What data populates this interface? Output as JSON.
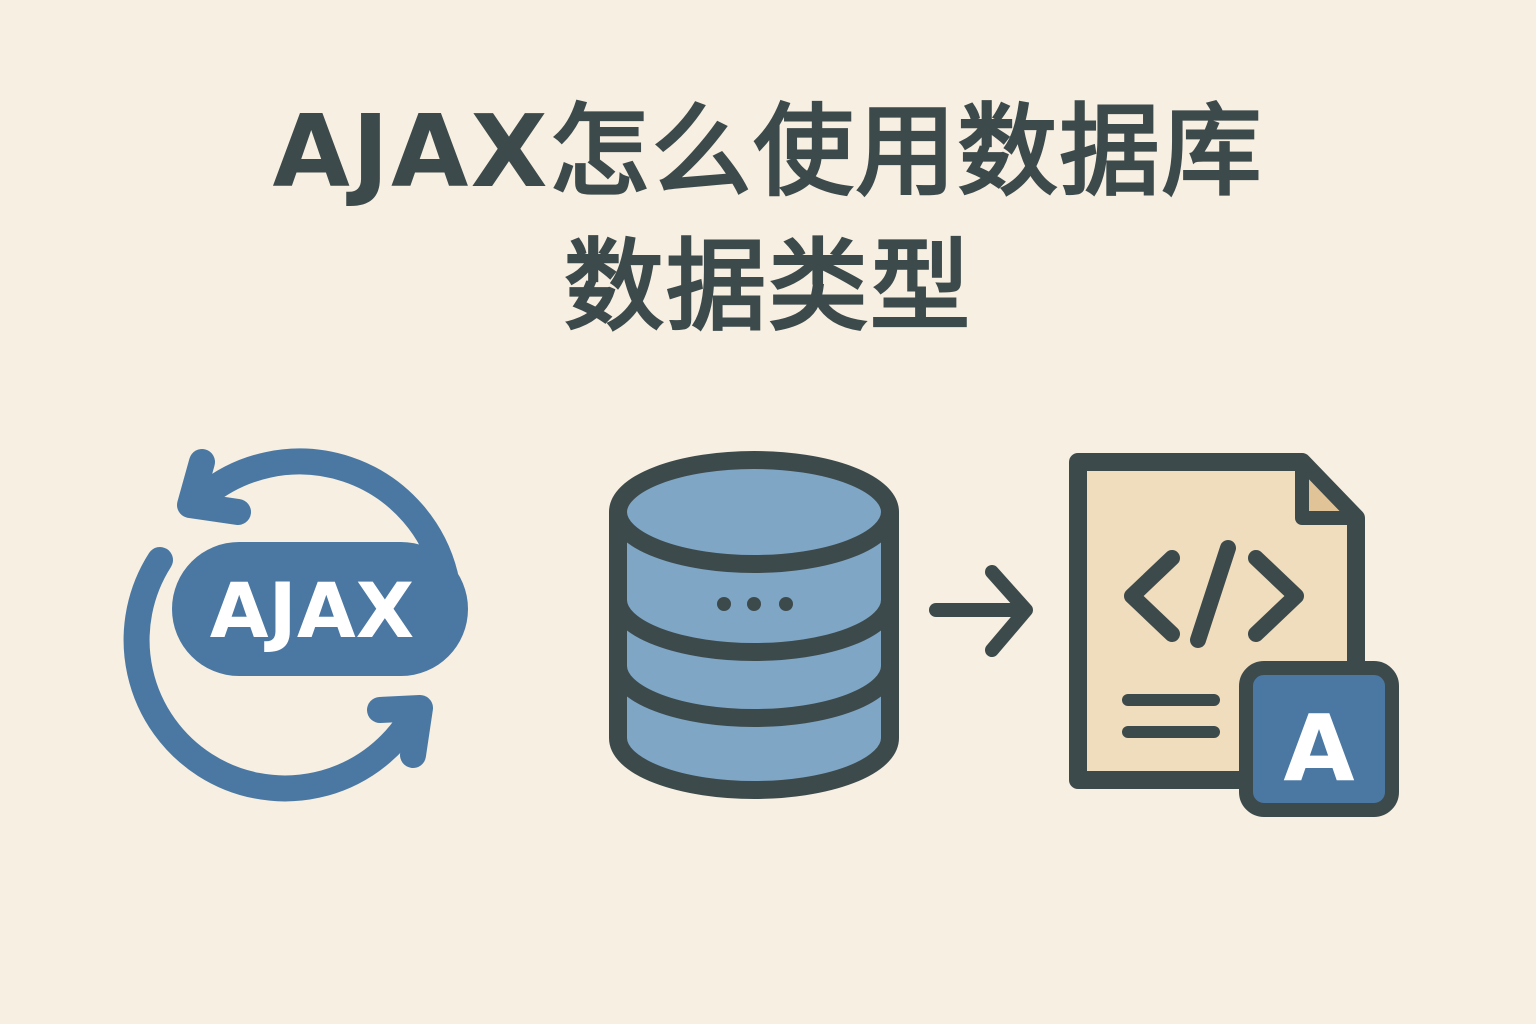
{
  "title": {
    "line1": "AJAX怎么使用数据库",
    "line2": "数据类型"
  },
  "ajax_badge": {
    "label": "AJAX"
  },
  "type_badge": {
    "label": "A"
  },
  "code_glyph": "</>",
  "colors": {
    "background": "#f6efe2",
    "text_dark": "#3d4a4b",
    "ajax_blue": "#4a78a3",
    "db_blue": "#7fa6c5",
    "doc_fill": "#f0ddbd",
    "doc_fold": "#e0c497",
    "outline": "#3d4a4b"
  },
  "icons": [
    "ajax-cycle-icon",
    "database-icon",
    "arrow-right-icon",
    "code-document-icon",
    "type-a-icon"
  ]
}
